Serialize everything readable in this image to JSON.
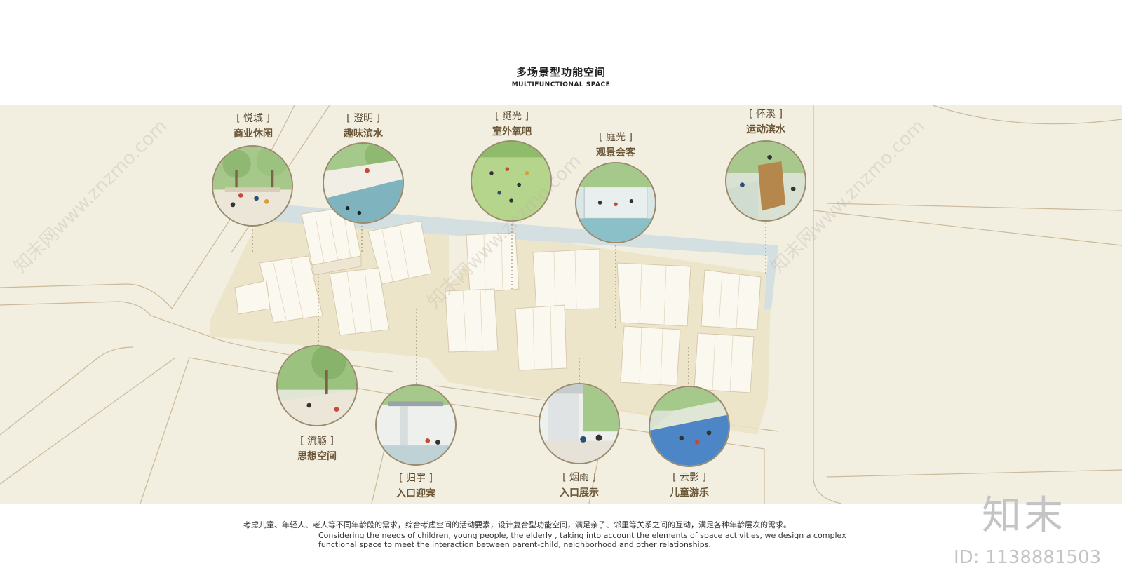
{
  "header": {
    "title_cn": "多场景型功能空间",
    "title_en": "MULTIFUNCTIONAL SPACE"
  },
  "spots": [
    {
      "name": "[ 悦城 ]",
      "func": "商业休闲"
    },
    {
      "name": "[ 澄明 ]",
      "func": "趣味滨水"
    },
    {
      "name": "[ 觅光 ]",
      "func": "室外氧吧"
    },
    {
      "name": "[ 庭光 ]",
      "func": "观景会客"
    },
    {
      "name": "[ 怀溪 ]",
      "func": "运动滨水"
    },
    {
      "name": "[ 流觞 ]",
      "func": "思想空间"
    },
    {
      "name": "[ 归宇 ]",
      "func": "入口迎宾"
    },
    {
      "name": "[ 烟雨 ]",
      "func": "入口展示"
    },
    {
      "name": "[ 云影 ]",
      "func": "儿童游乐"
    }
  ],
  "caption": {
    "cn": "考虑儿童、年轻人、老人等不同年龄段的需求，综合考虑空间的活动要素，设计复合型功能空间，满足亲子、邻里等关系之间的互动，满足各种年龄层次的需求。",
    "en": "Considering the needs of children, young people, the elderly , taking into account the elements of space activities, we design a complex functional space to meet the interaction between parent-child, neighborhood and other relationships."
  },
  "brand": {
    "logo": "知末",
    "id": "ID: 1138881503"
  },
  "watermark": "知末网www.znzmo.com",
  "colors": {
    "plan_bg": "#f2efe1",
    "site_bg": "#ece3c4",
    "circle_border": "#9a8a6e",
    "label_bracket": "#5b4a33",
    "label_func": "#6b5638",
    "water": "#d3dfe0"
  }
}
